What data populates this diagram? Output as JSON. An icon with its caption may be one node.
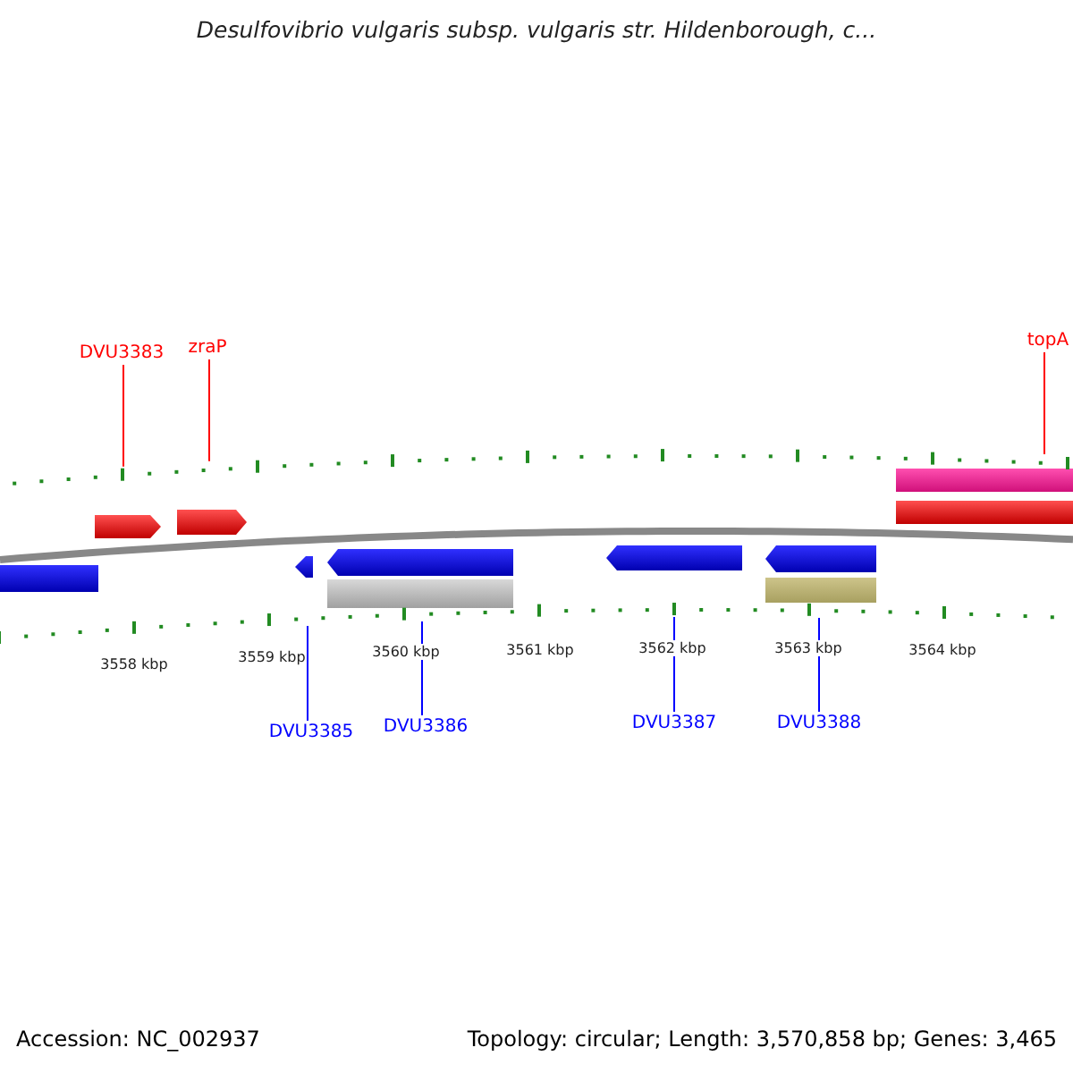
{
  "diagram": {
    "title": "Desulfovibrio vulgaris subsp. vulgaris str. Hildenborough, c...",
    "nodes": [
      {
        "text": [
          "DVU3383"
        ]
      },
      {
        "text": [
          "zraP"
        ]
      },
      {
        "text": [
          "topA"
        ]
      },
      {
        "text": [
          "DVU3385"
        ]
      },
      {
        "text": [
          "DVU3386"
        ]
      },
      {
        "text": [
          "DVU3387"
        ]
      },
      {
        "text": [
          "DVU3388"
        ]
      },
      {
        "text": [],
        "shape": "bar"
      },
      {
        "text": [],
        "shape": "bar"
      }
    ],
    "edges": [
      {
        "from": 0,
        "to": 7,
        "arrow": "none",
        "color": "#ff0000"
      },
      {
        "from": 1,
        "to": 7,
        "arrow": "none",
        "color": "#ff0000"
      },
      {
        "from": 2,
        "to": 7,
        "arrow": "none",
        "color": "#ff0000"
      },
      {
        "from": 3,
        "to": 8,
        "arrow": "none"
      },
      {
        "from": 4,
        "to": 8,
        "arrow": "none"
      },
      {
        "from": 5,
        "to": 8,
        "arrow": "none"
      },
      {
        "from": 6,
        "to": 8,
        "arrow": "none"
      }
    ],
    "labels": [
      "3558 kbp",
      "3559 kbp",
      "3560 kbp",
      "3561 kbp",
      "3562 kbp",
      "3563 kbp",
      "3564 kbp",
      "Accession: NC_002937",
      "Topology: circular; Length: 3,570,858 bp; Genes: 3,465"
    ]
  }
}
